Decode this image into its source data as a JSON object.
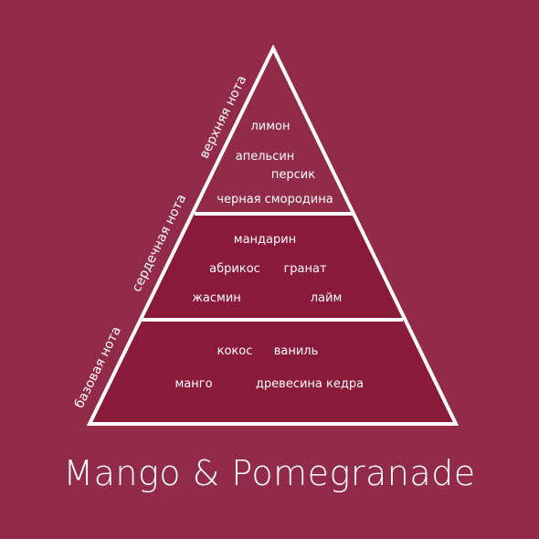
{
  "title": "Mango & Pomegranade",
  "colors": {
    "background": "#922b48",
    "tier_fill": "#8a1a3a",
    "outline": "#ffffff"
  },
  "tiers": [
    {
      "label": "верхняя нота",
      "notes": [
        "лимон",
        "апельсин",
        "персик",
        "черная смородина"
      ]
    },
    {
      "label": "сердечная нота",
      "notes": [
        "мандарин",
        "абрикос",
        "гранат",
        "жасмин",
        "лайм"
      ]
    },
    {
      "label": "базовая нота",
      "notes": [
        "кокос",
        "ваниль",
        "манго",
        "древесина кедра"
      ]
    }
  ]
}
